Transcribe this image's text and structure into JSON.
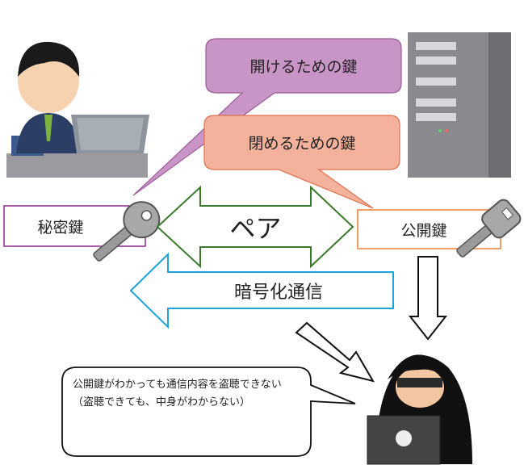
{
  "callouts": {
    "open_key": "開けるための鍵",
    "close_key": "閉めるための鍵"
  },
  "boxes": {
    "private_key": "秘密鍵",
    "public_key": "公開鍵"
  },
  "arrows": {
    "pair": "ペア",
    "encrypted": "暗号化通信"
  },
  "note": {
    "line1": "公開鍵がわかっても通信内容を盗聴できない",
    "line2": "（盗聴できても、中身がわからない）"
  },
  "colors": {
    "purple_fill": "#c994c6",
    "purple_stroke": "#9a5a98",
    "orange_fill": "#f4b19b",
    "orange_stroke": "#e0704c",
    "green": "#3a7a2a",
    "blue": "#1fa3dc",
    "private_border": "#8e2a8e",
    "public_border": "#ed7d31"
  }
}
